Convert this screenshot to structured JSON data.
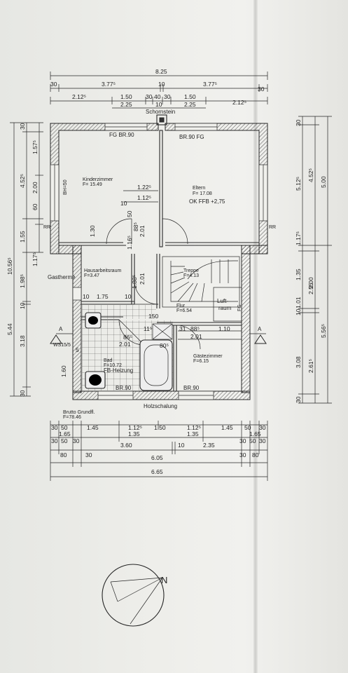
{
  "labels": {
    "schornstein": "Schornstein",
    "fg_br_left": "FG  BR.90",
    "fg_br_right": "BR.90 FG",
    "kinderzimmer": "Kinderzimmer",
    "kinderzimmer_area": "F= 15.49",
    "bh50": "BH=50",
    "eltern": "Eltern",
    "eltern_area": "F= 17.08",
    "ok_ffb": "OK FFB +2,75",
    "rr_left": "RR",
    "rr_right": "RR",
    "hausarbeitsraum": "Hausarbeitsraum",
    "hausarbeitsraum_area": "F=3.47",
    "gastherme": "Gastherme",
    "treppe": "Treppe",
    "treppe_area": "F=4.13",
    "flur": "Flur",
    "flur_area": "F=6.54",
    "luftraum_1": "Luft-",
    "luftraum_2": "raum",
    "fg_small": "FG",
    "bad": "Bad",
    "bad_area": "F=10.72",
    "fb_heizung": "FB-Heizung",
    "gaestezimmer": "Gästezimmer",
    "gaestezimmer_area": "F=6.15",
    "br_bad": "BR.90",
    "br_gast": "BR.90",
    "holzschalung": "Holzschalung",
    "brutto_1": "Brutto Grundfl.",
    "brutto_2": "F=78.46",
    "ws": "WS15/5",
    "section_a_left": "A",
    "section_a_right": "A",
    "north": "N"
  },
  "dimensions": {
    "top_overall": "8.25",
    "top_r2": [
      "30",
      "3.77⁵",
      "10",
      "3.77⁵",
      "30"
    ],
    "top_r3": [
      "2.12⁵",
      "1.50",
      "30",
      "40",
      "30",
      "1.50",
      "2.12⁵"
    ],
    "top_r4": [
      "2.25",
      "10",
      "2.25"
    ],
    "bottom_r1": [
      "30",
      "50",
      "1.45",
      "1.12⁵",
      "1.50",
      "1.12⁵",
      "1.45",
      "50",
      "30"
    ],
    "bottom_r2": [
      "1.65",
      "1.35",
      "1.35",
      "1.65"
    ],
    "bottom_r3": [
      "30",
      "50",
      "30",
      "3.60",
      "10",
      "2.35",
      "30",
      "50",
      "30"
    ],
    "bottom_r4": [
      "80",
      "30",
      "6.05",
      "30",
      "80"
    ],
    "bottom_overall": "6.65",
    "left_outer": "10.56⁵",
    "left_r2": [
      "30",
      "4.52⁵",
      "1.55",
      "1.98⁵",
      "10",
      "5.44",
      "3.18",
      "1.60",
      "30"
    ],
    "left_r3": [
      "1.57⁵",
      "2.00",
      "60",
      "1.17⁵"
    ],
    "right_r1": [
      "30",
      "5.12⁵",
      "1.17⁵",
      "1.35",
      "1.01",
      "10",
      "3.08",
      "30"
    ],
    "right_r2": [
      "4.52⁵",
      "2.00",
      "2.55",
      "2.61⁵"
    ],
    "right_r3": [
      "5.00",
      "5.56⁵"
    ],
    "interior": {
      "d1": "1.22⁵",
      "d2": "1.12⁵",
      "d3": "10",
      "d4": "1.30",
      "d5": "50",
      "d6": "1.16⁵",
      "d7": "88⁵",
      "d8": "2.01",
      "d9": "1.88⁵",
      "d10": "2.01",
      "d11": "10",
      "d12": "1.75",
      "d13": "10",
      "d14": "150",
      "d15": "31",
      "d16": "88⁵",
      "d17": "1.10",
      "d18": "2.01",
      "d19": "86⁵",
      "d20": "2.01",
      "d21": "11⁵",
      "d22": "80⁵",
      "d23": "5"
    }
  }
}
